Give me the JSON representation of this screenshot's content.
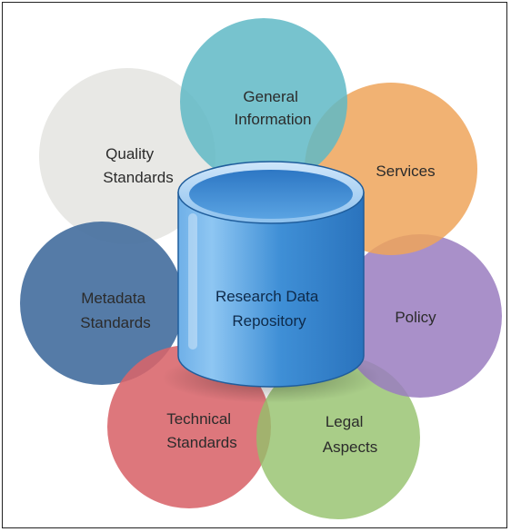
{
  "center": {
    "line1": "Research Data",
    "line2": "Repository"
  },
  "petals": [
    {
      "id": "general-information",
      "line1": "General",
      "line2": "Information",
      "color": "#5fb8c5"
    },
    {
      "id": "services",
      "line1": "Services",
      "line2": "",
      "color": "#efa55b"
    },
    {
      "id": "policy",
      "line1": "Policy",
      "line2": "",
      "color": "#9a7cc0"
    },
    {
      "id": "legal-aspects",
      "line1": "Legal",
      "line2": "Aspects",
      "color": "#93c06a"
    },
    {
      "id": "technical-standards",
      "line1": "Technical",
      "line2": "Standards",
      "color": "#d8646a"
    },
    {
      "id": "metadata-standards",
      "line1": "Metadata",
      "line2": "Standards",
      "color": "#47709f"
    },
    {
      "id": "quality-standards",
      "line1": "Quality",
      "line2": "Standards",
      "color": "#e4e4e1"
    }
  ],
  "cylinder_color": "#2f7fc9"
}
